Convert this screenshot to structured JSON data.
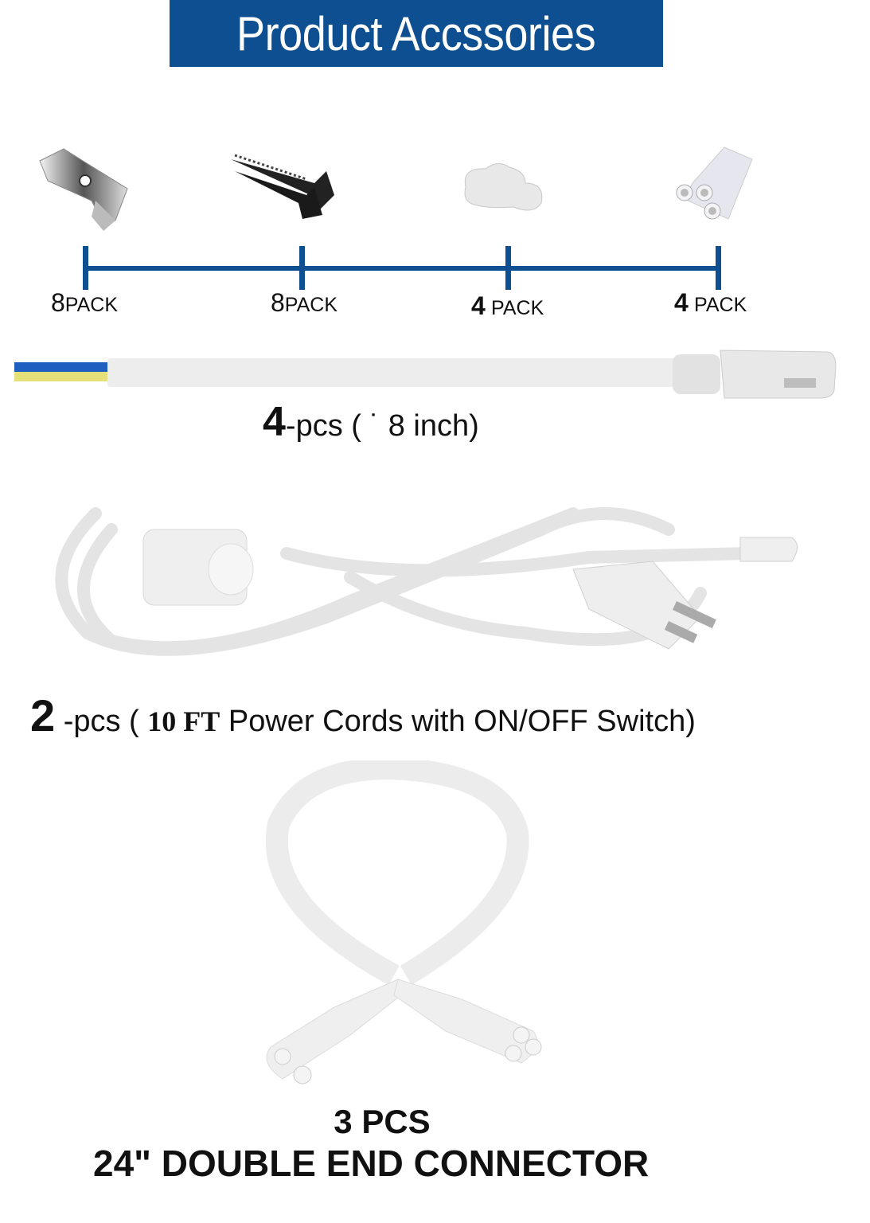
{
  "header": {
    "title": "Product Accssories",
    "color": "#0d4f91"
  },
  "accessories": [
    {
      "name": "mounting-clip",
      "qty": "8",
      "unit": "PACK"
    },
    {
      "name": "screw",
      "qty": "8",
      "unit": "PACK"
    },
    {
      "name": "end-cap",
      "qty": "4",
      "unit": "PACK"
    },
    {
      "name": "triple-plug",
      "qty": "4",
      "unit": "PACK"
    }
  ],
  "cable_short": {
    "qty": "4",
    "text": "-pcs (  ˙ 8  inch)"
  },
  "power_cord": {
    "qty": "2",
    "prefix": " -pcs ( ",
    "length": "10 FT",
    "text": " Power Cords with ON/OFF Switch)"
  },
  "double_end": {
    "qty_line": "3 PCS",
    "desc": "24\" DOUBLE END CONNECTOR"
  }
}
